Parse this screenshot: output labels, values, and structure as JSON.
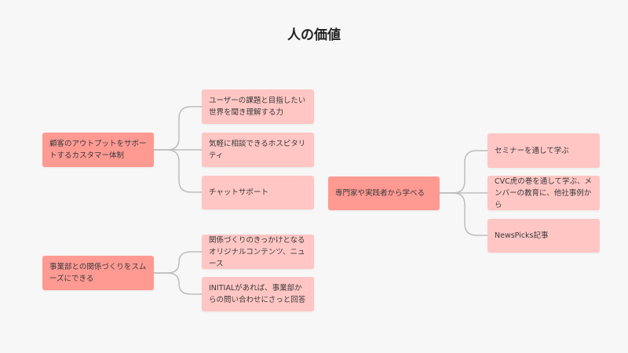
{
  "title": "人の価値",
  "colors": {
    "background": "#f7f7f7",
    "parent_node": "#ff9a93",
    "child_node": "#ffc6c4",
    "connector": "#bdbdbd"
  },
  "groups": [
    {
      "parent": "顧客のアウトプットをサポートするカスタマー体制",
      "children": [
        "ユーザーの課題と目指したい世界を聞き理解する力",
        "気軽に相談できるホスピタリティ",
        "チャットサポート"
      ]
    },
    {
      "parent": "事業部との関係づくりをスムーズにできる",
      "children": [
        "関係づくりのきっかけとなるオリジナルコンテンツ、ニュース",
        "INITIALがあれば、事業部からの問い合わせにさっと回答"
      ]
    },
    {
      "parent": "専門家や実践者から学べる",
      "children": [
        "セミナーを通して学ぶ",
        "CVC虎の巻を通して学ぶ、メンバーの教育に、他社事例から",
        "NewsPicks記事"
      ]
    }
  ]
}
